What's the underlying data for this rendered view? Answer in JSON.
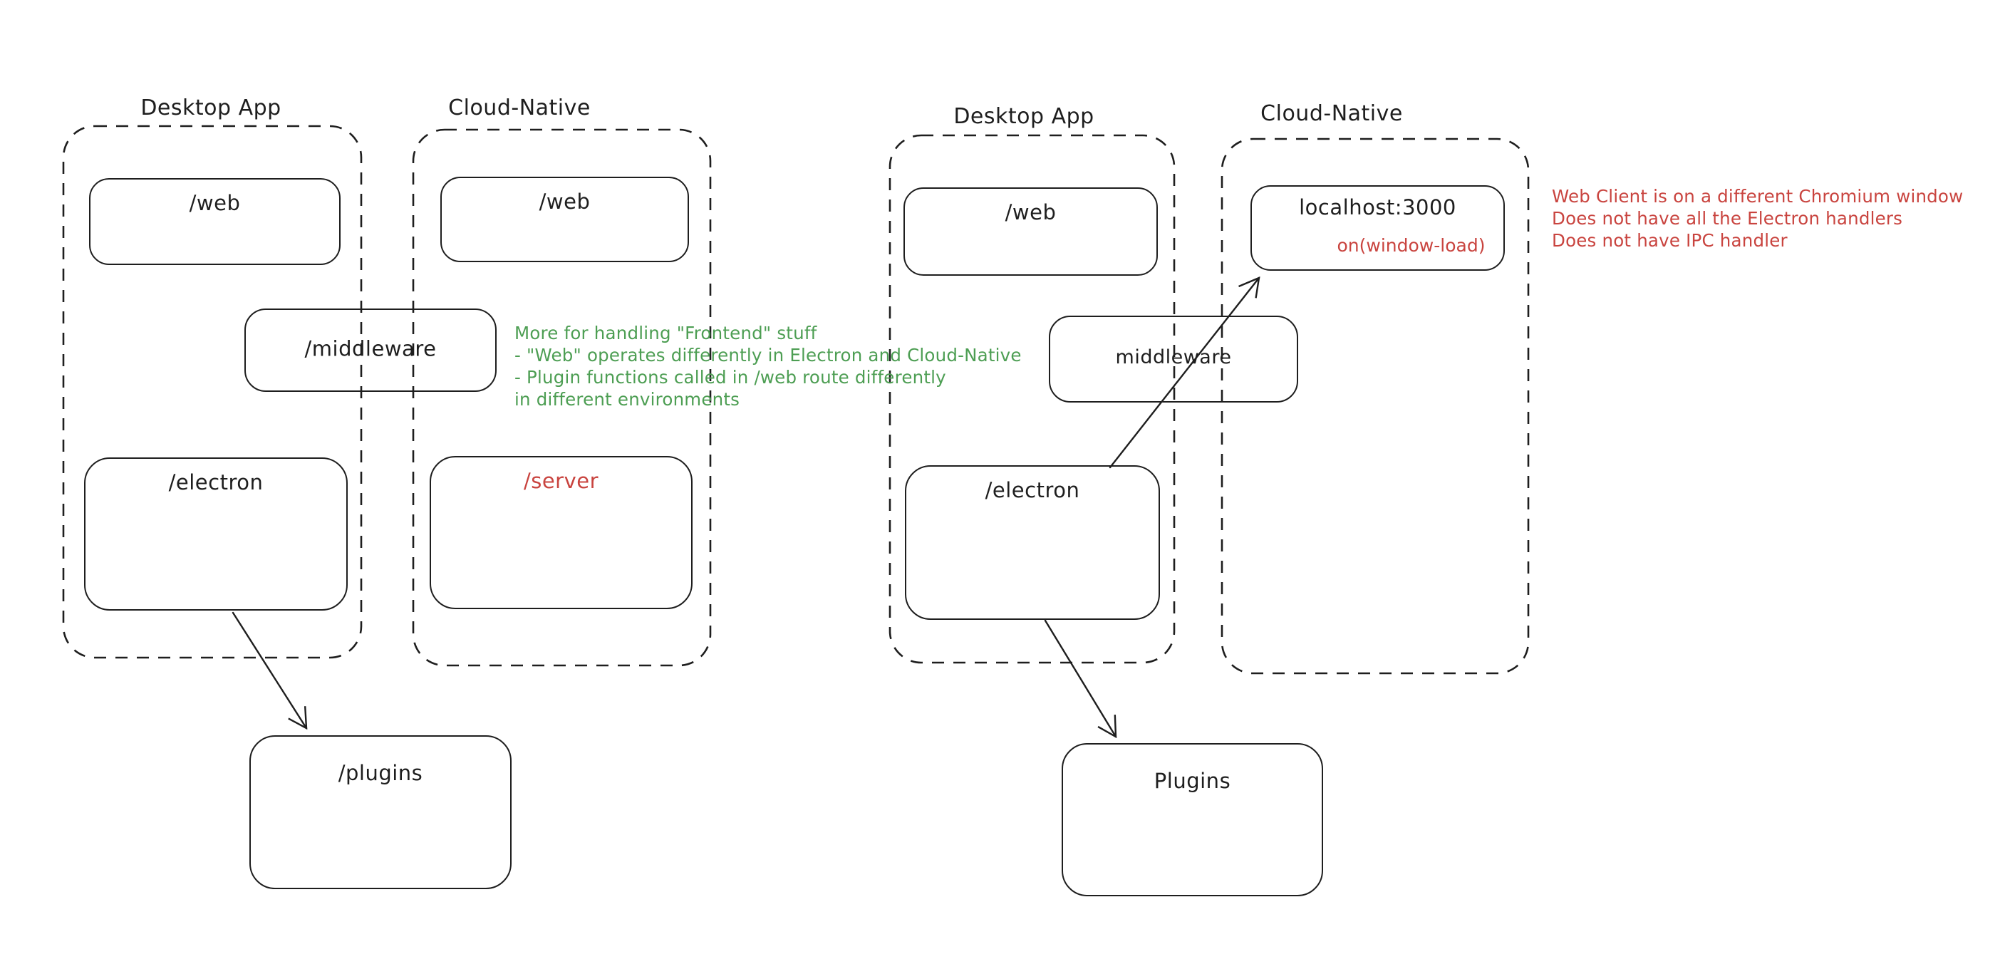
{
  "colors": {
    "ink": "#1e1e1e",
    "green": "#4d9e53",
    "red": "#c9443f",
    "bg": "#ffffff"
  },
  "left": {
    "desktop": {
      "label": "Desktop App",
      "web": "/web",
      "electron": "/electron"
    },
    "cloud": {
      "label": "Cloud-Native",
      "web": "/web",
      "server": "/server"
    },
    "middleware": "/middleware",
    "plugins": "/plugins",
    "note": {
      "lines": [
        "More for handling \"Frontend\" stuff",
        "- \"Web\" operates differently in Electron and Cloud-Native",
        "- Plugin functions called in /web route differently",
        "in different environments"
      ]
    }
  },
  "right": {
    "desktop": {
      "label": "Desktop App",
      "web": "/web",
      "electron": "/electron"
    },
    "cloud": {
      "label": "Cloud-Native",
      "localhost_title": "localhost:3000",
      "localhost_sub": "on(window-load)"
    },
    "middleware": "middleware",
    "plugins": "Plugins",
    "note": {
      "lines": [
        "Web Client is on a different Chromium window",
        "Does not have all the Electron handlers",
        "Does not have IPC handler"
      ]
    }
  }
}
